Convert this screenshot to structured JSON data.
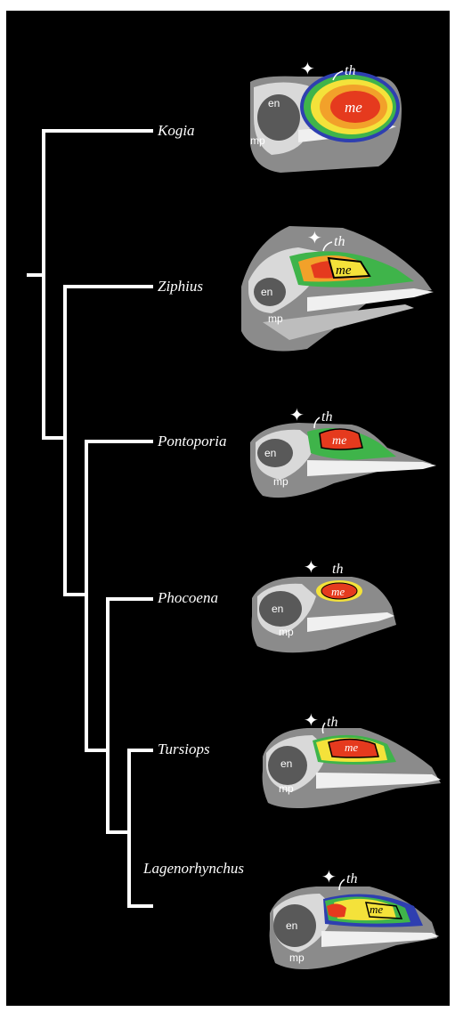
{
  "colors": {
    "background": "#000000",
    "tree_line": "#ffffff",
    "melon_core": "#e53a1e",
    "melon_mid": "#f2a12a",
    "melon_outer": "#f4e23a",
    "melon_rim": "#3fb44a",
    "melon_edge": "#2e3fb0"
  },
  "taxa": [
    "Kogia",
    "Ziphius",
    "Pontoporia",
    "Phocoena",
    "Tursiops",
    "Lagenorhynchus"
  ],
  "labels": {
    "melon": "me",
    "thalamus": "th",
    "endocranium": "en",
    "maxillonasal": "mp"
  }
}
